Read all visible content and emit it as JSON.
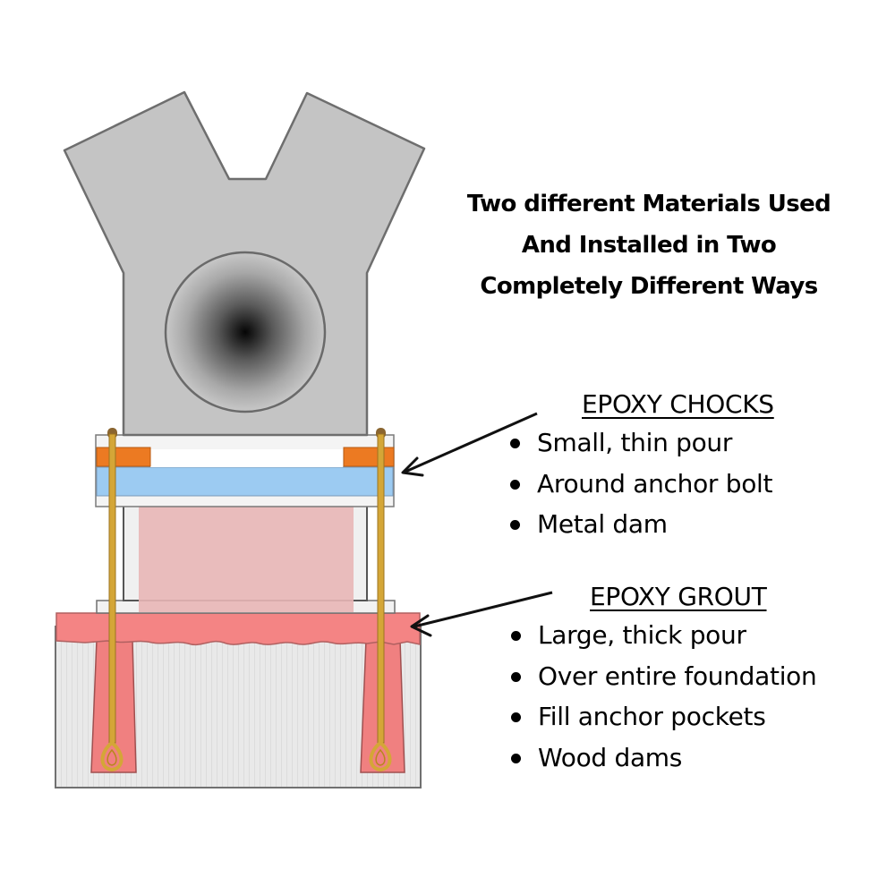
{
  "title": {
    "lines": [
      "Two different Materials Used",
      "And Installed in Two",
      "Completely Different Ways"
    ]
  },
  "sections": [
    {
      "id": "chocks",
      "heading": "EPOXY CHOCKS",
      "bullets": [
        "Small, thin pour",
        "Around anchor bolt",
        "Metal dam"
      ]
    },
    {
      "id": "grout",
      "heading": "EPOXY GROUT",
      "bullets": [
        "Large, thick pour",
        "Over entire foundation",
        "Fill anchor pockets",
        "Wood dams"
      ]
    }
  ],
  "diagram": {
    "components": [
      "machine-housing",
      "bore",
      "anchor-bolts",
      "epoxy-chocks",
      "sole-plate",
      "pedestal",
      "epoxy-grout",
      "anchor-pockets",
      "concrete-foundation"
    ],
    "colors": {
      "housing": "#c4c4c4",
      "outline": "#6e6e6e",
      "chock": "#ec7a22",
      "sole_plate": "#9ccbf2",
      "pedestal": "#e8b6b6",
      "grout": "#f08080",
      "foundation": "#e8e8e8",
      "bolt": "#d4a637"
    }
  }
}
